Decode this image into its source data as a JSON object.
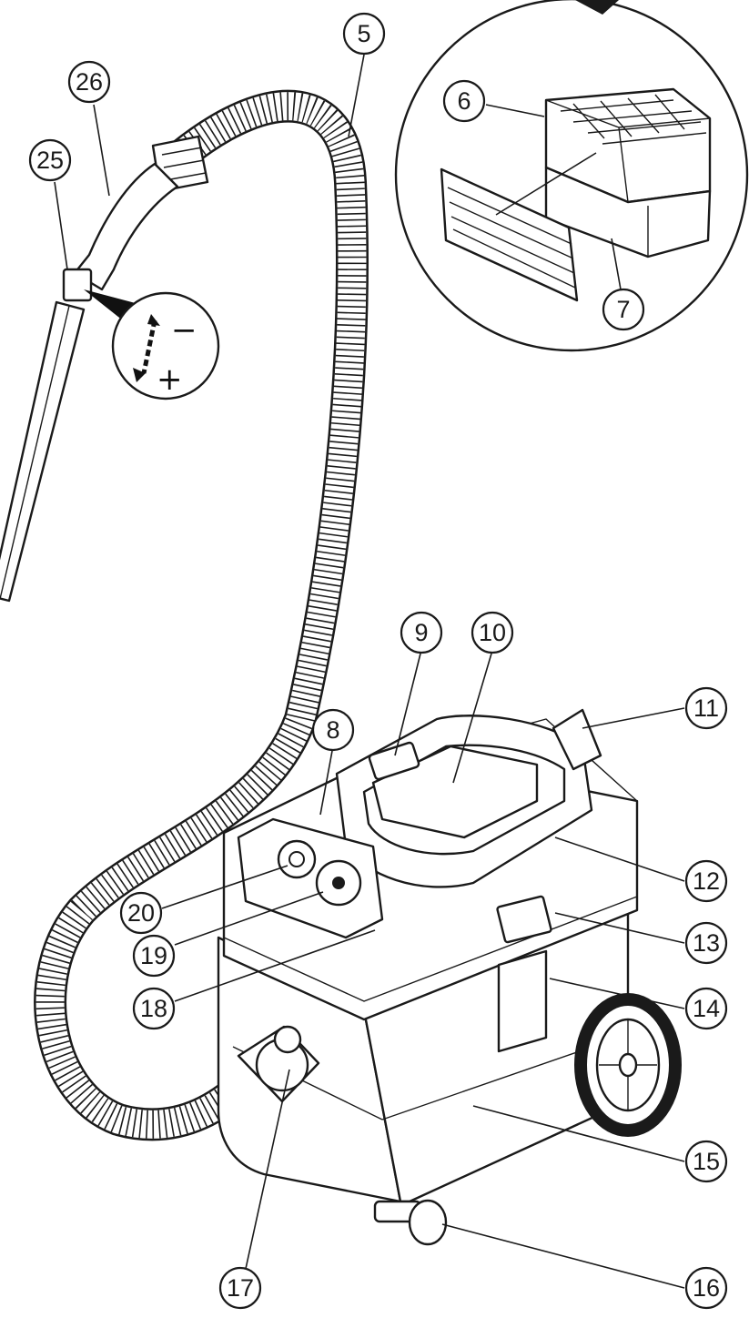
{
  "callouts": [
    {
      "id": "c5",
      "label": "5"
    },
    {
      "id": "c6",
      "label": "6"
    },
    {
      "id": "c7",
      "label": "7"
    },
    {
      "id": "c8",
      "label": "8"
    },
    {
      "id": "c9",
      "label": "9"
    },
    {
      "id": "c10",
      "label": "10"
    },
    {
      "id": "c11",
      "label": "11"
    },
    {
      "id": "c12",
      "label": "12"
    },
    {
      "id": "c13",
      "label": "13"
    },
    {
      "id": "c14",
      "label": "14"
    },
    {
      "id": "c15",
      "label": "15"
    },
    {
      "id": "c16",
      "label": "16"
    },
    {
      "id": "c17",
      "label": "17"
    },
    {
      "id": "c18",
      "label": "18"
    },
    {
      "id": "c19",
      "label": "19"
    },
    {
      "id": "c20",
      "label": "20"
    },
    {
      "id": "c25",
      "label": "25"
    },
    {
      "id": "c26",
      "label": "26"
    }
  ],
  "suction_control": {
    "minus": "−",
    "plus": "+"
  }
}
